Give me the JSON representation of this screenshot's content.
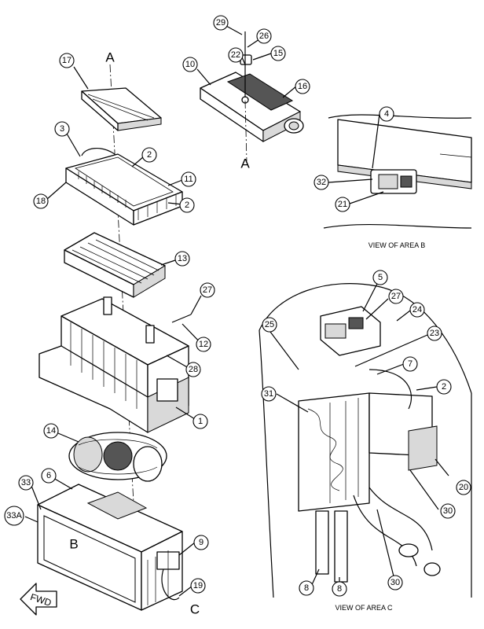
{
  "callouts": [
    {
      "id": "c29",
      "label": "29"
    },
    {
      "id": "c26",
      "label": "26"
    },
    {
      "id": "c15",
      "label": "15"
    },
    {
      "id": "c22",
      "label": "22"
    },
    {
      "id": "c10",
      "label": "10"
    },
    {
      "id": "c16",
      "label": "16"
    },
    {
      "id": "c17",
      "label": "17"
    },
    {
      "id": "c3",
      "label": "3"
    },
    {
      "id": "c2a",
      "label": "2"
    },
    {
      "id": "c11",
      "label": "11"
    },
    {
      "id": "c18",
      "label": "18"
    },
    {
      "id": "c2b",
      "label": "2"
    },
    {
      "id": "c13",
      "label": "13"
    },
    {
      "id": "c27a",
      "label": "27"
    },
    {
      "id": "c12",
      "label": "12"
    },
    {
      "id": "c28",
      "label": "28"
    },
    {
      "id": "c1",
      "label": "1"
    },
    {
      "id": "c14",
      "label": "14"
    },
    {
      "id": "c6",
      "label": "6"
    },
    {
      "id": "c33",
      "label": "33"
    },
    {
      "id": "c33a",
      "label": "33A"
    },
    {
      "id": "c9",
      "label": "9"
    },
    {
      "id": "c19",
      "label": "19"
    },
    {
      "id": "c4",
      "label": "4"
    },
    {
      "id": "c32",
      "label": "32"
    },
    {
      "id": "c21",
      "label": "21"
    },
    {
      "id": "c5",
      "label": "5"
    },
    {
      "id": "c27b",
      "label": "27"
    },
    {
      "id": "c24",
      "label": "24"
    },
    {
      "id": "c25",
      "label": "25"
    },
    {
      "id": "c23",
      "label": "23"
    },
    {
      "id": "c7",
      "label": "7"
    },
    {
      "id": "c2c",
      "label": "2"
    },
    {
      "id": "c31",
      "label": "31"
    },
    {
      "id": "c20",
      "label": "20"
    },
    {
      "id": "c30a",
      "label": "30"
    },
    {
      "id": "c8a",
      "label": "8"
    },
    {
      "id": "c8b",
      "label": "8"
    },
    {
      "id": "c30b",
      "label": "30"
    }
  ],
  "section_letters": {
    "a_top": "A",
    "a_bottom": "A",
    "b": "B",
    "c": "C"
  },
  "captions": {
    "area_b": "VIEW OF AREA B",
    "area_c": "VIEW OF AREA C"
  },
  "direction_arrow": "FWD"
}
